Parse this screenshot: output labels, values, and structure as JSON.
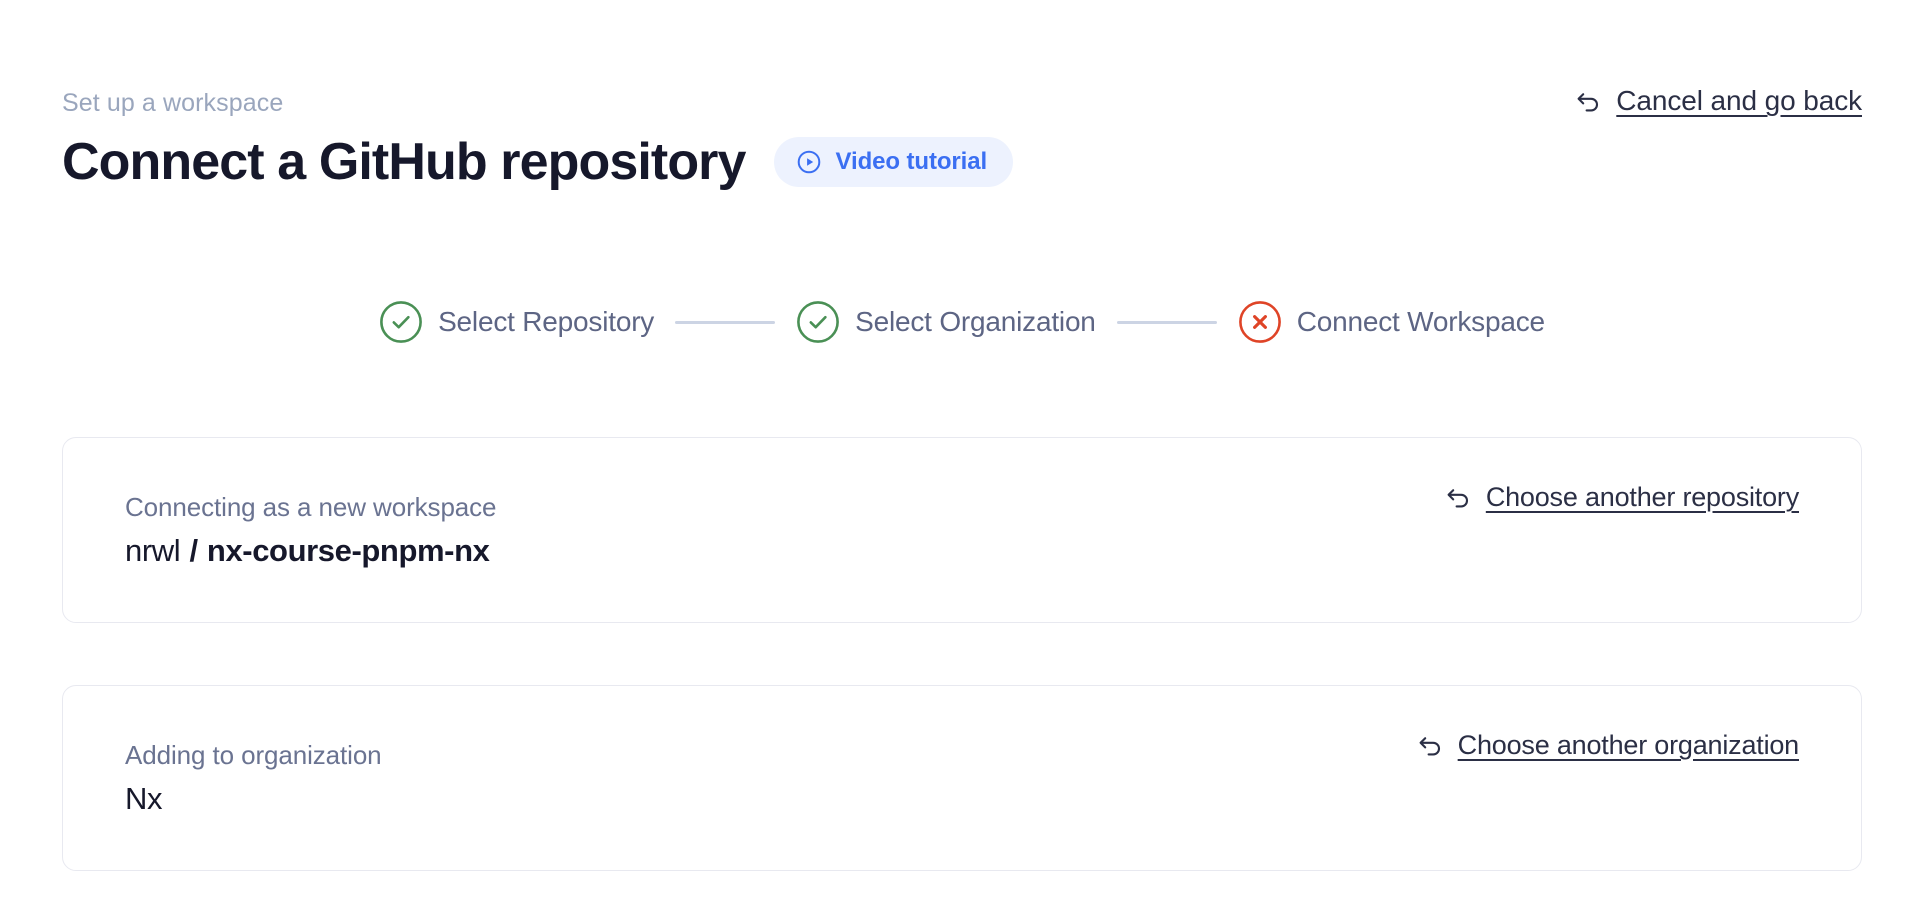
{
  "header": {
    "breadcrumb": "Set up a workspace",
    "title": "Connect a GitHub repository",
    "video_tutorial_label": "Video tutorial",
    "video_tutorial_icon": "play-circle-icon",
    "cancel_label": "Cancel and go back",
    "cancel_icon": "undo-arrow-icon"
  },
  "stepper": {
    "steps": [
      {
        "label": "Select Repository",
        "state": "complete",
        "icon": "check-circle-icon"
      },
      {
        "label": "Select Organization",
        "state": "complete",
        "icon": "check-circle-icon"
      },
      {
        "label": "Connect Workspace",
        "state": "error",
        "icon": "x-circle-icon"
      }
    ]
  },
  "cards": [
    {
      "caption": "Connecting as a new workspace",
      "value_owner": "nrwl",
      "value_separator": "/",
      "value_name": "nx-course-pnpm-nx",
      "action_label": "Choose another repository",
      "action_icon": "undo-arrow-icon"
    },
    {
      "caption": "Adding to organization",
      "value_name": "Nx",
      "action_label": "Choose another organization",
      "action_icon": "undo-arrow-icon"
    }
  ],
  "colors": {
    "accent_blue": "#3b6ff2",
    "accent_blue_bg": "#edf2fe",
    "step_complete": "#4a9055",
    "step_error": "#df4427",
    "connector": "#ccd4e4",
    "text_primary": "#16182b",
    "text_muted": "#6a7391",
    "breadcrumb": "#9aa6bd",
    "card_border": "#e8e9f0"
  }
}
